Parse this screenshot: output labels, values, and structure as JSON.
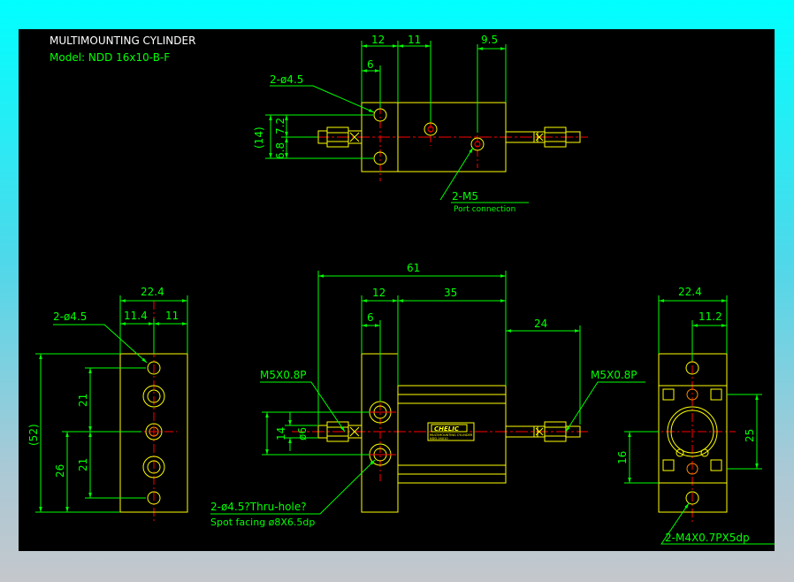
{
  "header": {
    "title": "MULTIMOUNTING CYLINDER",
    "model": "Model:  NDD 16x10-B-F"
  },
  "top_view": {
    "dim_12": "12",
    "dim_11": "11",
    "dim_9_5": "9.5",
    "dim_6": "6",
    "hole_note": "2-ø4.5",
    "dim_14": "(14)",
    "dim_6_8": "6.8",
    "dim_7_2": "7.2",
    "port_note": "2-M5",
    "port_desc": "Port connection"
  },
  "left_view": {
    "dim_22_4": "22.4",
    "dim_11_4": "11.4",
    "dim_11": "11",
    "hole_note": "2-ø4.5",
    "dim_52": "(52)",
    "dim_26": "26",
    "dim_21a": "21",
    "dim_21b": "21"
  },
  "front_view": {
    "dim_61": "61",
    "dim_12": "12",
    "dim_35": "35",
    "dim_6": "6",
    "dim_24": "24",
    "thread_left": "M5X0.8P",
    "thread_right": "M5X0.8P",
    "dim_14": "14",
    "dim_d6": "ø6",
    "hole_note": "2-ø4.5?Thru-hole?",
    "spot_note": "Spot facing  ø8X6.5dp",
    "brand": "CHELIC",
    "label_line1": "MULTIMOUNTING CYLINDER",
    "label_line2": "NDD-16X10"
  },
  "right_view": {
    "dim_22_4": "22.4",
    "dim_11_2": "11.2",
    "dim_25": "25",
    "dim_16": "16",
    "thread_note": "2-M4X0.7PX5dp"
  },
  "colors": {
    "line": "#ffff00",
    "dimension": "#00ff00",
    "center": "#ff0000",
    "text": "#00ff00",
    "title": "#ffffff",
    "hole": "#ff0000"
  }
}
